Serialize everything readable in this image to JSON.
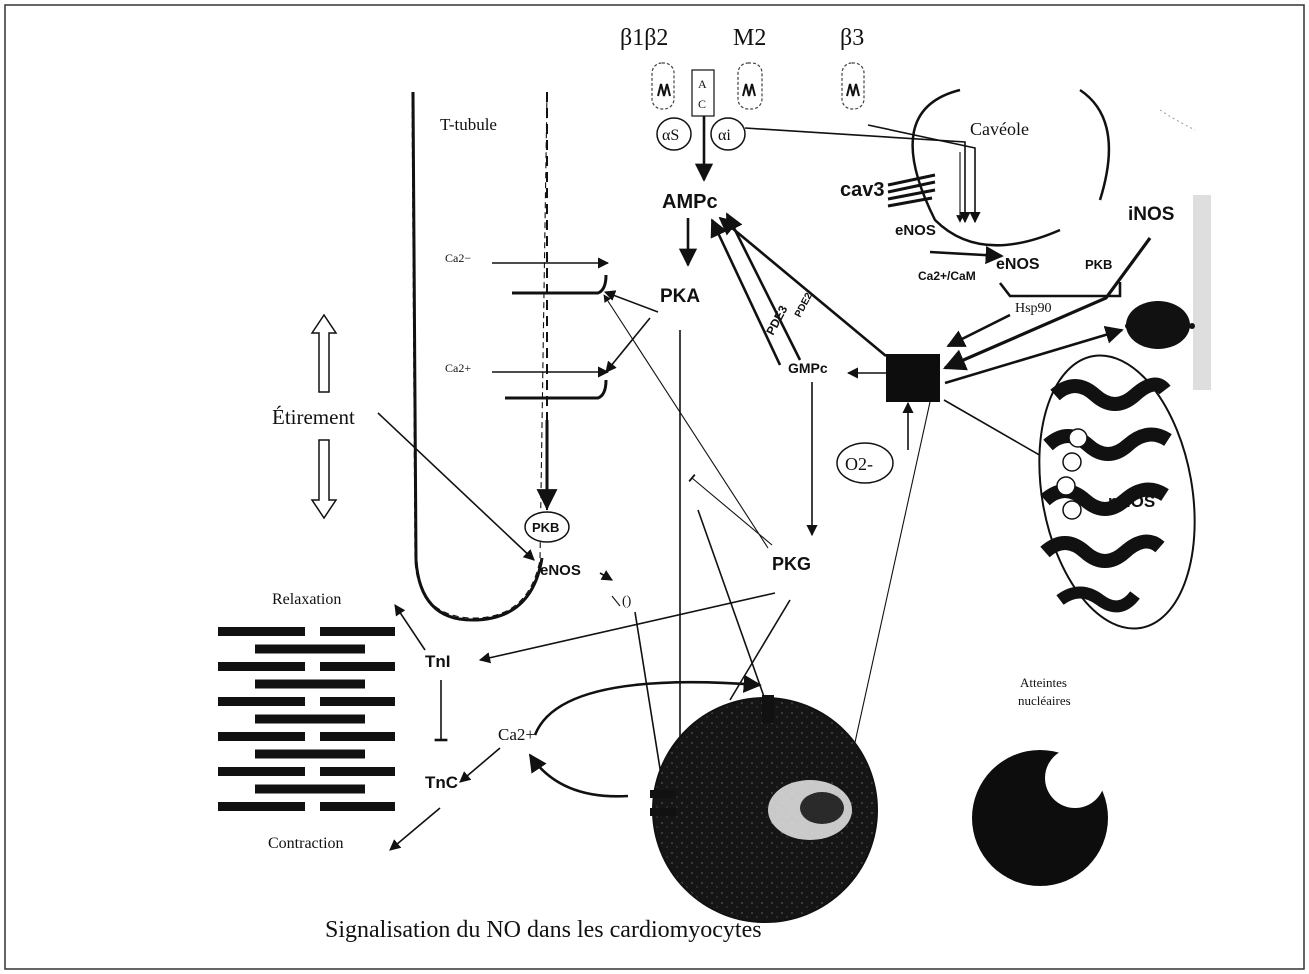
{
  "caption": "Signalisation du NO dans les cardiomyocytes",
  "receptors": {
    "b1b2": "β1β2",
    "m2": "M2",
    "b3": "β3"
  },
  "ac_top": "A",
  "ac_bottom": "C",
  "alpha_s": "αS",
  "alpha_i": "αi",
  "caveole": "Cavéole",
  "cav3": "cav3",
  "ampc": "AMPc",
  "pka": "PKA",
  "gmpc": "GMPc",
  "pkg": "PKG",
  "pde2": "PDE2",
  "pde3": "PDE3",
  "t_tubule": "T-tubule",
  "ca2_minus": "Ca2−",
  "ca2_plus_upper": "Ca2+",
  "etirement": "Étirement",
  "pkb_left": "PKB",
  "enos_left": "eNOS",
  "o_label": "()",
  "enos_cav1": "eNOS",
  "enos_cav2": "eNOS",
  "pkb_cav": "PKB",
  "ca_cam": "Ca2+/CaM",
  "hsp90": "Hsp90",
  "inos": "iNOS",
  "nnos": "nNOS",
  "o2": "O2-",
  "relaxation": "Relaxation",
  "tni": "TnI",
  "tnc": "TnC",
  "contraction": "Contraction",
  "ca2_lower": "Ca2+",
  "atteintes1": "Atteintes",
  "atteintes2": "nucléaires"
}
